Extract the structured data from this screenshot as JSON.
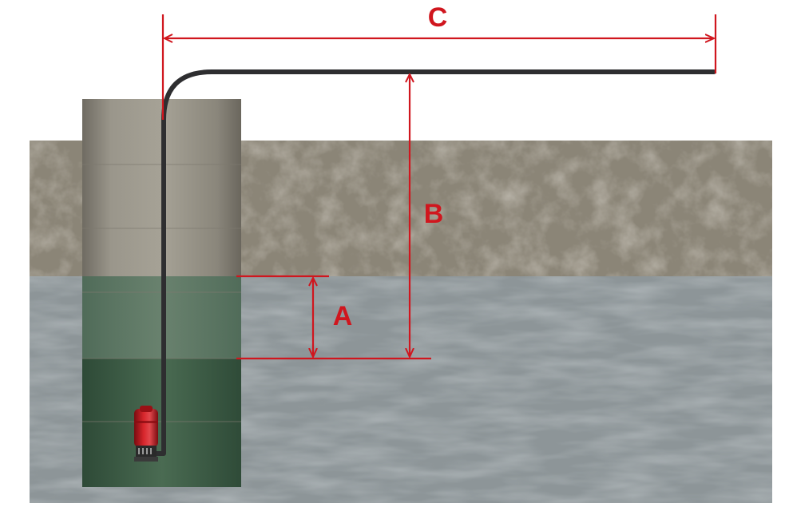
{
  "labels": {
    "a": "A",
    "b": "B",
    "c": "C"
  },
  "colors": {
    "dimension": "#d0161e",
    "pipe": "#2e2e30",
    "pump_body": "#c3161c",
    "soil": "#8a8476",
    "groundwater": "#8c9497",
    "well_water": "#3e5d47",
    "well_casing": "#8e8a7f"
  }
}
